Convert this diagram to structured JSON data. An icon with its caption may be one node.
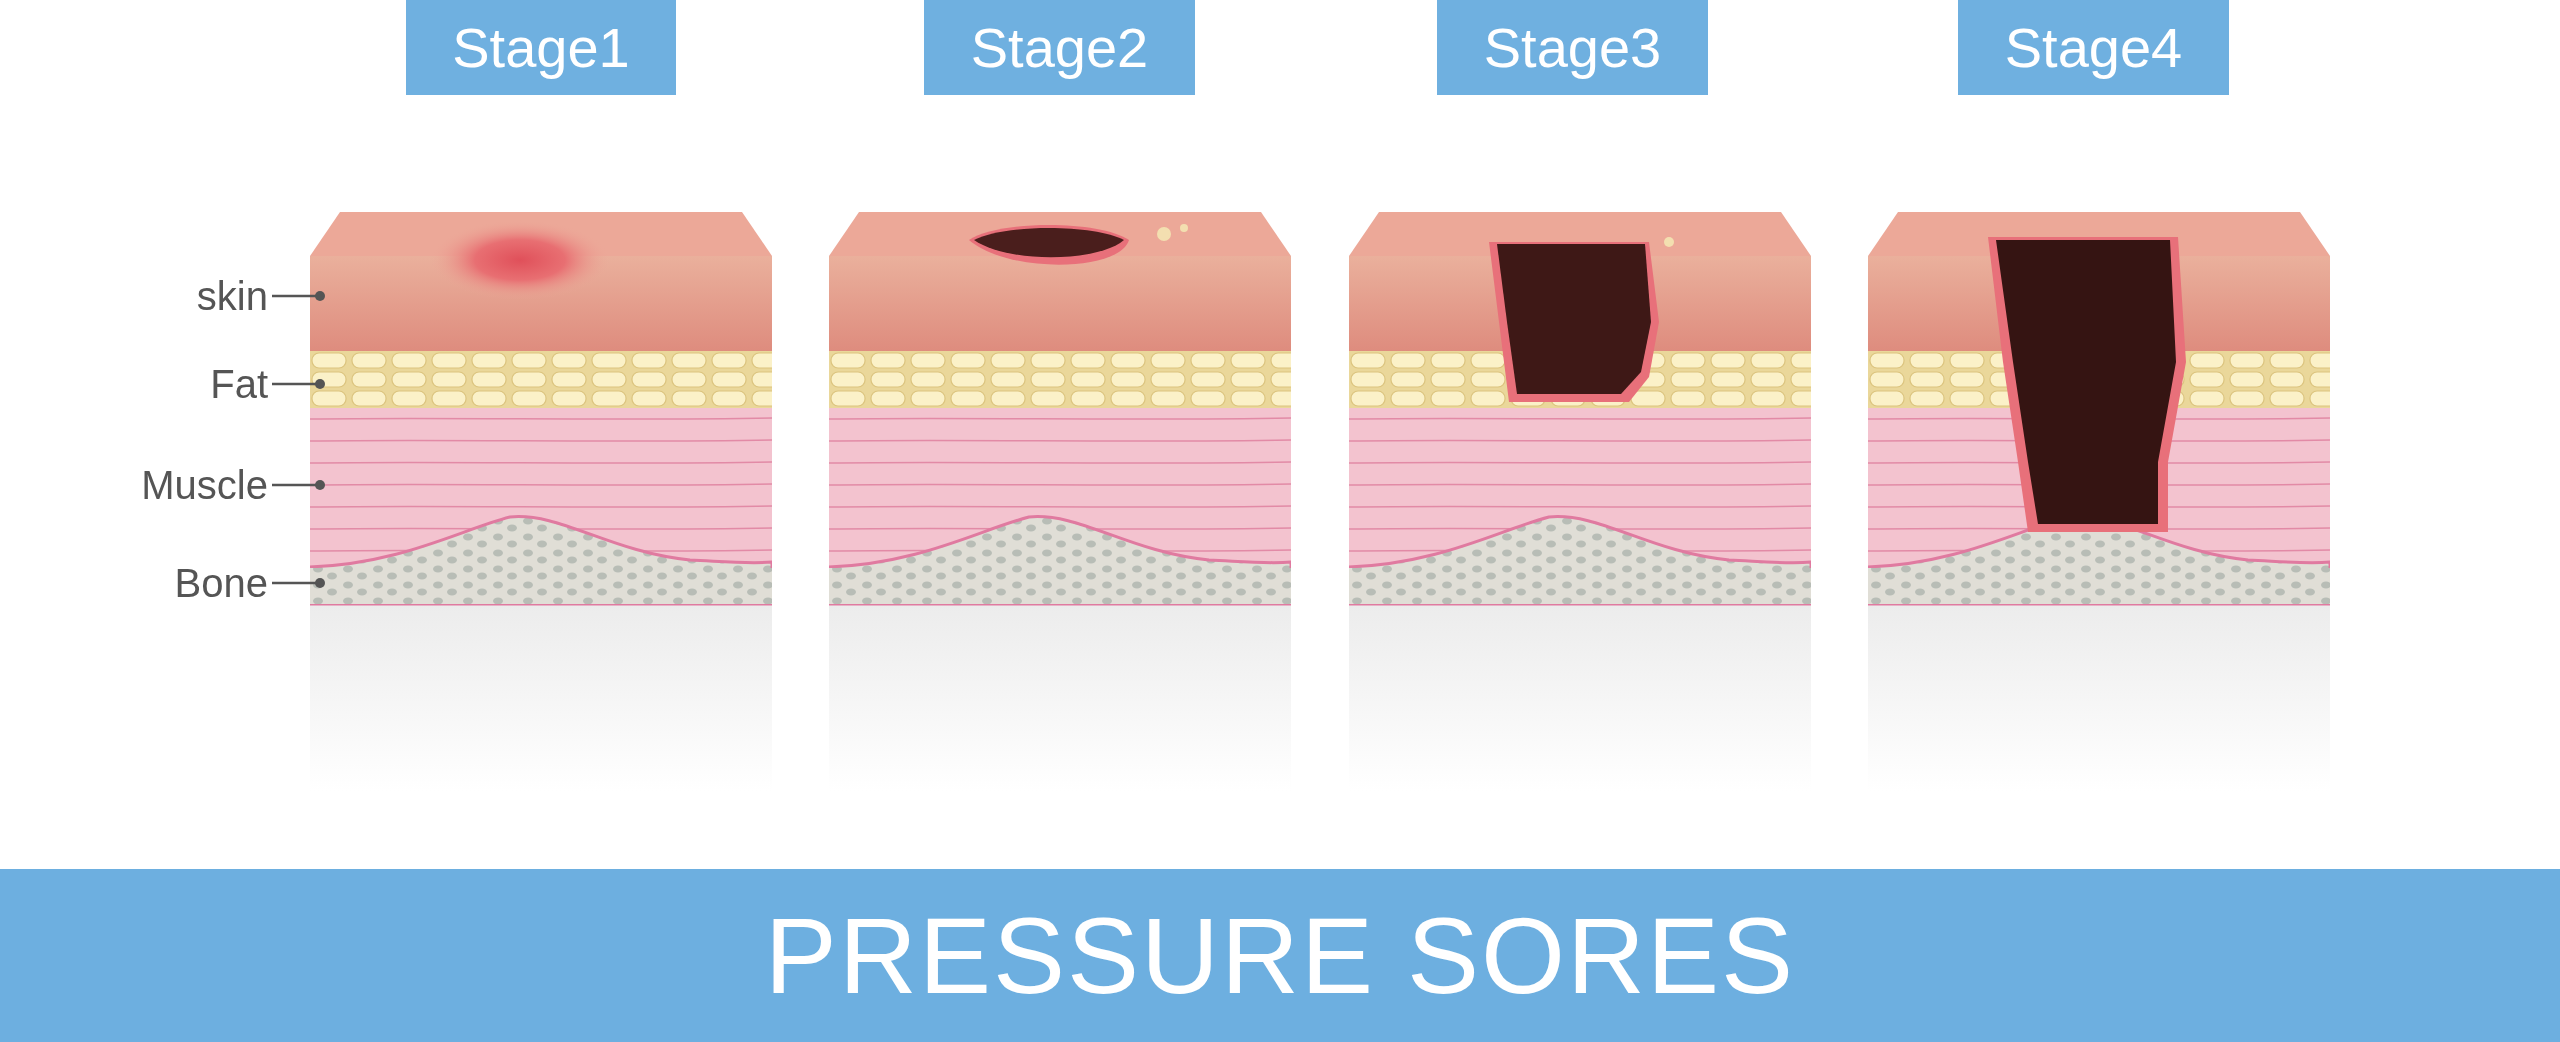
{
  "diagram": {
    "title": "PRESSURE SORES",
    "nodes": [
      {
        "text": [
          "Stage1"
        ]
      },
      {
        "text": [
          "Stage2"
        ]
      },
      {
        "text": [
          "Stage3"
        ]
      },
      {
        "text": [
          "Stage4"
        ]
      },
      {
        "text": [
          "skin"
        ]
      },
      {
        "text": [
          "Fat"
        ]
      },
      {
        "text": [
          "Muscle"
        ]
      },
      {
        "text": [
          "Bone"
        ]
      },
      {
        "text": [],
        "shape": "box"
      },
      {
        "text": [],
        "shape": "box"
      },
      {
        "text": [],
        "shape": "box"
      },
      {
        "text": [],
        "shape": "box"
      }
    ],
    "edges": [
      {
        "from": 4,
        "to": 8,
        "arrow": "other"
      },
      {
        "from": 5,
        "to": 9,
        "arrow": "other"
      },
      {
        "from": 6,
        "to": 10,
        "arrow": "other"
      },
      {
        "from": 7,
        "to": 11,
        "arrow": "other"
      }
    ]
  }
}
